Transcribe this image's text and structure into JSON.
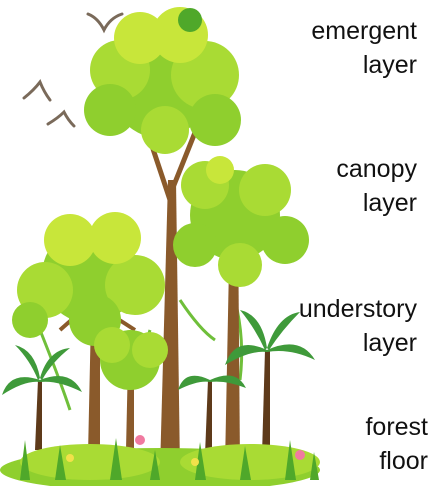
{
  "layers": [
    {
      "line1": "emergent",
      "line2": "layer"
    },
    {
      "line1": "canopy",
      "line2": "layer"
    },
    {
      "line1": "understory",
      "line2": "layer"
    },
    {
      "line1": "forest",
      "line2": "floor"
    }
  ],
  "colors": {
    "leaf_light": "#c8e63a",
    "leaf_mid": "#8fcf2e",
    "leaf_dark": "#4fa82a",
    "trunk": "#8a5a2b",
    "trunk_dark": "#5e3a1a",
    "palm": "#3f9a3a",
    "bird": "#7a6a5a"
  },
  "icons": [
    "bird-icon",
    "tree-icon",
    "palm-icon",
    "flower-icon"
  ]
}
